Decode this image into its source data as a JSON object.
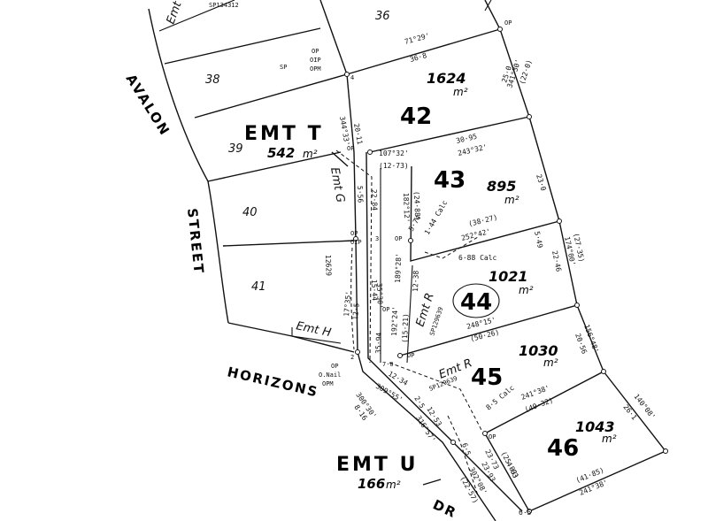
{
  "plan_ref": "SP134312",
  "lots": {
    "l36": "36",
    "l38": "38",
    "l39": "39",
    "l40": "40",
    "l41": "41",
    "l42": "42",
    "l43": "43",
    "l44": "44",
    "l45": "45",
    "l46": "46"
  },
  "areas": {
    "a42": "1624",
    "a43": "895",
    "a44": "1021",
    "a45": "1030",
    "a46": "1043",
    "unit": "m²"
  },
  "streets": {
    "avalon": "AVALON",
    "street": "STREET",
    "horizons": "HORIZONS",
    "dr": "DR"
  },
  "easements": {
    "emt_t": "EMT T",
    "emt_t_area": "542",
    "emt_u": "EMT U",
    "emt_u_area": "166",
    "emt_g": "Emt G",
    "emt_h": "Emt H",
    "emt_r1": "Emt R",
    "emt_r2": "Emt R",
    "emt_top": "Emt",
    "sp1": "SP129639",
    "sp2": "SP129639"
  },
  "dimensions": {
    "d1": "71°29'",
    "d2": "36·8",
    "d3": "341°30'",
    "d4": "25·0",
    "d5": "(22·0)",
    "d6": "344°33'",
    "d7": "20·11",
    "d8": "107°32'",
    "d9": "(12·73)",
    "d10": "30·95",
    "d11": "243°32'",
    "d12": "23·0",
    "d13": "(27·35)",
    "d14": "174°00'",
    "d15": "22·46",
    "d16": "5·49",
    "d17": "(38·27)",
    "d18": "252°42'",
    "d19": "1·44 Calc",
    "d20": "5·74",
    "d21": "(24·88)",
    "d22": "182°12'",
    "d23": "6·88 Calc",
    "d24": "248°15'",
    "d25": "(50·26)",
    "d26": "156°48'",
    "d27": "20·56",
    "d28": "241°38'",
    "d29": "(40·32)",
    "d30": "140°08'",
    "d31": "26·1",
    "d32": "(41·85)",
    "d33": "241°38'",
    "d34": "6·5",
    "d35": "6·5",
    "d36": "302°08'",
    "d37": "(22·57)",
    "d38": "23·93",
    "d39": "23·73",
    "d40": "(25·83)",
    "d41": "4·63",
    "d42": "316°57'",
    "d43": "12·53",
    "d44": "2·5",
    "d45": "309°55'",
    "d46": "12·34",
    "d47": "300°30'",
    "d48": "8·16",
    "d49": "8·5 Calc",
    "d50": "192°24'",
    "d51": "(15·21)",
    "d52": "189°28'",
    "d53": "12·38",
    "d54": "17°35'",
    "d55": "12·5",
    "d56": "35·94",
    "d57": "35°30'",
    "d58": "15·44",
    "d59": "12629",
    "d60": "22·84",
    "d61": "5·56"
  },
  "marks": {
    "op1": "OP",
    "op2": "OP",
    "op3": "OP",
    "op4": "OP",
    "op5": "OP",
    "op6": "OP",
    "op7": "OP",
    "op8": "OP",
    "op9": "OP",
    "oip": "OIP",
    "oip2": "OIP",
    "opm": "OPM",
    "onail": "O.Nail",
    "opm2": "OPM",
    "sp": "SP",
    "n2": "2",
    "n3": "3",
    "n4": "4",
    "n70": "7·0"
  }
}
